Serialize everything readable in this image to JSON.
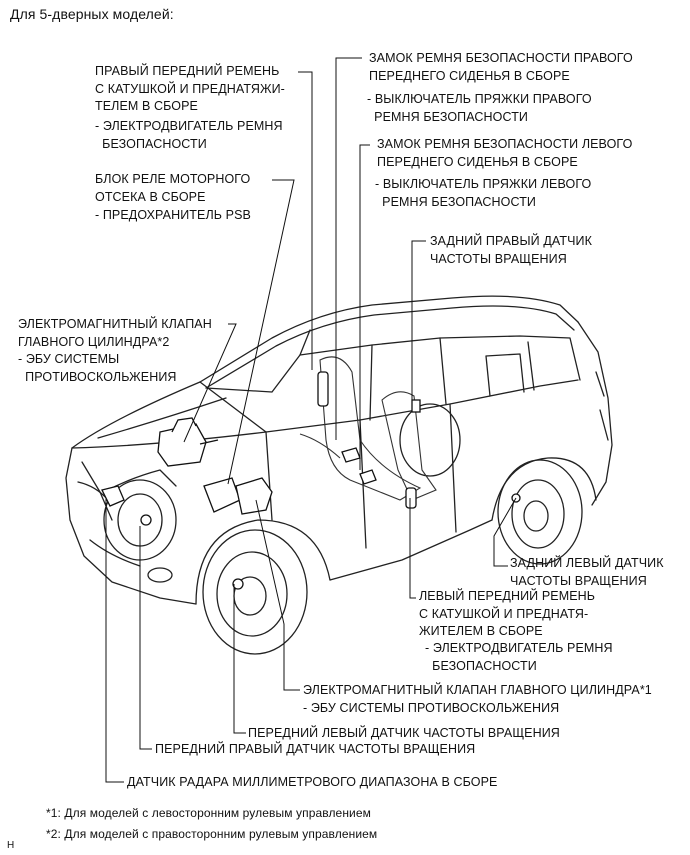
{
  "heading": "Для 5-дверных моделей:",
  "labels": {
    "right_front_belt": "ПРАВЫЙ ПЕРЕДНИЙ РЕМЕНЬ\nС КАТУШКОЙ И ПРЕДНАТЯЖИ-\nТЕЛЕМ В СБОРЕ",
    "right_front_belt_sub": "- ЭЛЕКТРОДВИГАТЕЛЬ РЕМНЯ\n  БЕЗОПАСНОСТИ",
    "relay_block": "БЛОК РЕЛЕ МОТОРНОГО\nОТСЕКА В СБОРЕ",
    "relay_block_sub": "- ПРЕДОХРАНИТЕЛЬ PSB",
    "solenoid_rhd": "ЭЛЕКТРОМАГНИТНЫЙ КЛАПАН\nГЛАВНОГО ЦИЛИНДРА*2",
    "solenoid_rhd_sub": "- ЭБУ СИСТЕМЫ\n  ПРОТИВОСКОЛЬЖЕНИЯ",
    "right_buckle": "ЗАМОК РЕМНЯ БЕЗОПАСНОСТИ ПРАВОГО\nПЕРЕДНЕГО СИДЕНЬЯ В СБОРЕ",
    "right_buckle_sub": "- ВЫКЛЮЧАТЕЛЬ ПРЯЖКИ ПРАВОГО\n  РЕМНЯ БЕЗОПАСНОСТИ",
    "left_buckle": "ЗАМОК РЕМНЯ БЕЗОПАСНОСТИ ЛЕВОГО\nПЕРЕДНЕГО СИДЕНЬЯ В СБОРЕ",
    "left_buckle_sub": "- ВЫКЛЮЧАТЕЛЬ ПРЯЖКИ ЛЕВОГО\n  РЕМНЯ БЕЗОПАСНОСТИ",
    "rear_right_sensor": "ЗАДНИЙ ПРАВЫЙ ДАТЧИК\nЧАСТОТЫ ВРАЩЕНИЯ",
    "rear_left_sensor": "ЗАДНИЙ ЛЕВЫЙ ДАТЧИК\nЧАСТОТЫ ВРАЩЕНИЯ",
    "left_front_belt": "ЛЕВЫЙ ПЕРЕДНИЙ РЕМЕНЬ\nС КАТУШКОЙ И ПРЕДНАТЯ-\nЖИТЕЛЕМ В СБОРЕ",
    "left_front_belt_sub": "- ЭЛЕКТРОДВИГАТЕЛЬ РЕМНЯ\n  БЕЗОПАСНОСТИ",
    "solenoid_lhd": "ЭЛЕКТРОМАГНИТНЫЙ КЛАПАН ГЛАВНОГО ЦИЛИНДРА*1",
    "solenoid_lhd_sub": "- ЭБУ СИСТЕМЫ ПРОТИВОСКОЛЬЖЕНИЯ",
    "front_left_sensor": "ПЕРЕДНИЙ ЛЕВЫЙ ДАТЧИК ЧАСТОТЫ ВРАЩЕНИЯ",
    "front_right_sensor": "ПЕРЕДНИЙ ПРАВЫЙ ДАТЧИК ЧАСТОТЫ ВРАЩЕНИЯ",
    "radar_sensor": "ДАТЧИК РАДАРА МИЛЛИМЕТРОВОГО ДИАПАЗОНА В СБОРЕ"
  },
  "footnotes": {
    "fn1": "*1: Для моделей с левосторонним рулевым управлением",
    "fn2": "*2: Для моделей с правосторонним рулевым управлением"
  },
  "corner_mark": "H"
}
